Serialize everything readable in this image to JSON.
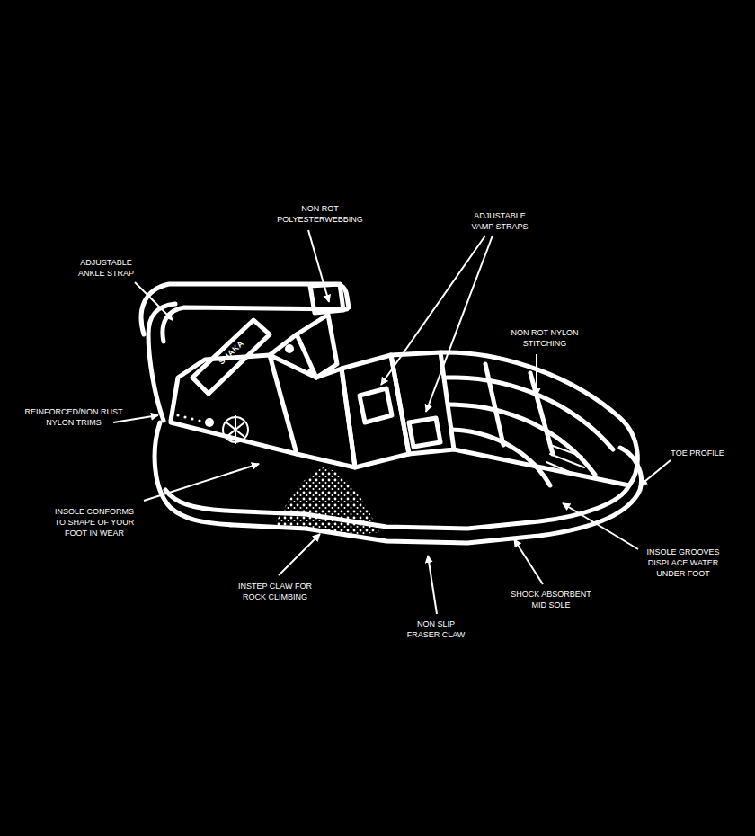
{
  "diagram": {
    "labels": [
      "NON ROT POLYESTERWEBBING",
      "ADJUSTABLE VAMP STRAPS",
      "ADJUSTABLE ANKLE STRAP",
      "NON ROT NYLON STITCHING",
      "REINFORCED/NON RUST NYLON TRIMS",
      "TOE PROFILE",
      "INSOLE CONFORMS TO SHAPE OF YOUR FOOT IN WEAR",
      "INSOLE GROOVES DISPLACE WATER UNDER FOOT",
      "INSTEP CLAW FOR ROCK CLIMBING",
      "SHOCK ABSORBENT MID SOLE",
      "NON SLIP FRASER CLAW",
      "SHAKA"
    ]
  }
}
